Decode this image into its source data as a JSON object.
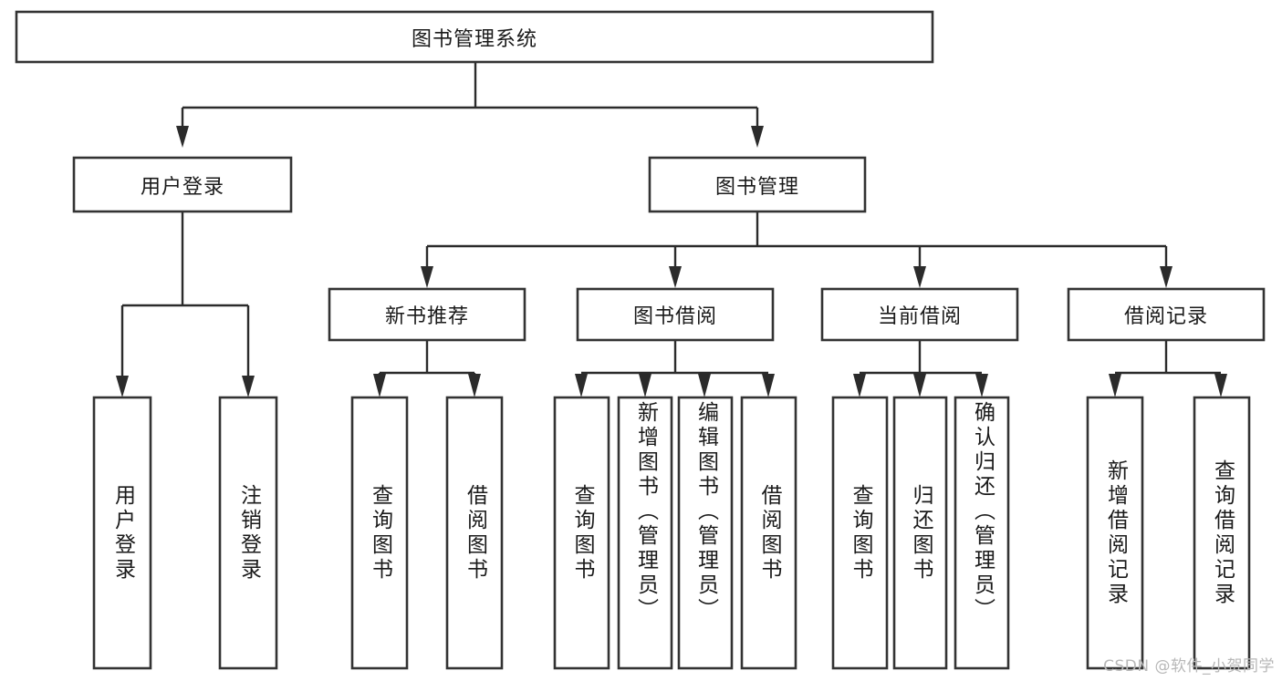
{
  "diagram": {
    "type": "tree-hierarchy",
    "title": "图书管理系统",
    "watermark": "CSDN @软件_小贺同学",
    "colors": {
      "box_stroke": "#333333",
      "box_fill": "#ffffff",
      "connector": "#2b2b2b",
      "text": "#1a1a1a",
      "watermark": "#b8b8b8",
      "background": "#ffffff"
    },
    "root": {
      "label": "图书管理系统"
    },
    "level2": [
      {
        "id": "user-login",
        "label": "用户登录"
      },
      {
        "id": "book-management",
        "label": "图书管理"
      }
    ],
    "level3": [
      {
        "id": "new-book-recommend",
        "label": "新书推荐",
        "parent": "book-management"
      },
      {
        "id": "book-borrow",
        "label": "图书借阅",
        "parent": "book-management"
      },
      {
        "id": "current-borrow",
        "label": "当前借阅",
        "parent": "book-management"
      },
      {
        "id": "borrow-record",
        "label": "借阅记录",
        "parent": "book-management"
      }
    ],
    "leaves": [
      {
        "id": "leaf-user-login",
        "label": "用户登录",
        "parent": "user-login"
      },
      {
        "id": "leaf-logout",
        "label": "注销登录",
        "parent": "user-login"
      },
      {
        "id": "leaf-query-book-1",
        "label": "查询图书",
        "parent": "new-book-recommend"
      },
      {
        "id": "leaf-borrow-book-1",
        "label": "借阅图书",
        "parent": "new-book-recommend"
      },
      {
        "id": "leaf-query-book-2",
        "label": "查询图书",
        "parent": "book-borrow"
      },
      {
        "id": "leaf-add-book",
        "label": "新增图书（管理员）",
        "parent": "book-borrow"
      },
      {
        "id": "leaf-edit-book",
        "label": "编辑图书（管理员）",
        "parent": "book-borrow"
      },
      {
        "id": "leaf-borrow-book-2",
        "label": "借阅图书",
        "parent": "book-borrow"
      },
      {
        "id": "leaf-query-book-3",
        "label": "查询图书",
        "parent": "current-borrow"
      },
      {
        "id": "leaf-return-book",
        "label": "归还图书",
        "parent": "current-borrow"
      },
      {
        "id": "leaf-confirm-return",
        "label": "确认归还（管理员）",
        "parent": "current-borrow"
      },
      {
        "id": "leaf-add-record",
        "label": "新增借阅记录",
        "parent": "borrow-record"
      },
      {
        "id": "leaf-query-record",
        "label": "查询借阅记录",
        "parent": "borrow-record"
      }
    ]
  }
}
